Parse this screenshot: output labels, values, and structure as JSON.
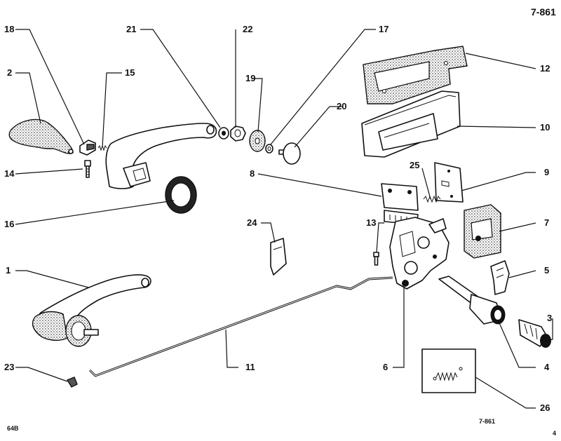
{
  "document": {
    "drawing_number": "7-861",
    "drawing_number_footer": "7-861",
    "footer_left": "64B",
    "footer_right": "4"
  },
  "parts": [
    {
      "id": "1"
    },
    {
      "id": "2"
    },
    {
      "id": "3"
    },
    {
      "id": "4"
    },
    {
      "id": "5"
    },
    {
      "id": "6"
    },
    {
      "id": "7"
    },
    {
      "id": "8"
    },
    {
      "id": "9"
    },
    {
      "id": "10"
    },
    {
      "id": "11"
    },
    {
      "id": "12"
    },
    {
      "id": "13"
    },
    {
      "id": "14"
    },
    {
      "id": "15"
    },
    {
      "id": "16"
    },
    {
      "id": "17"
    },
    {
      "id": "18"
    },
    {
      "id": "19"
    },
    {
      "id": "20"
    },
    {
      "id": "21"
    },
    {
      "id": "22"
    },
    {
      "id": "23"
    },
    {
      "id": "24"
    },
    {
      "id": "25"
    },
    {
      "id": "26"
    }
  ]
}
